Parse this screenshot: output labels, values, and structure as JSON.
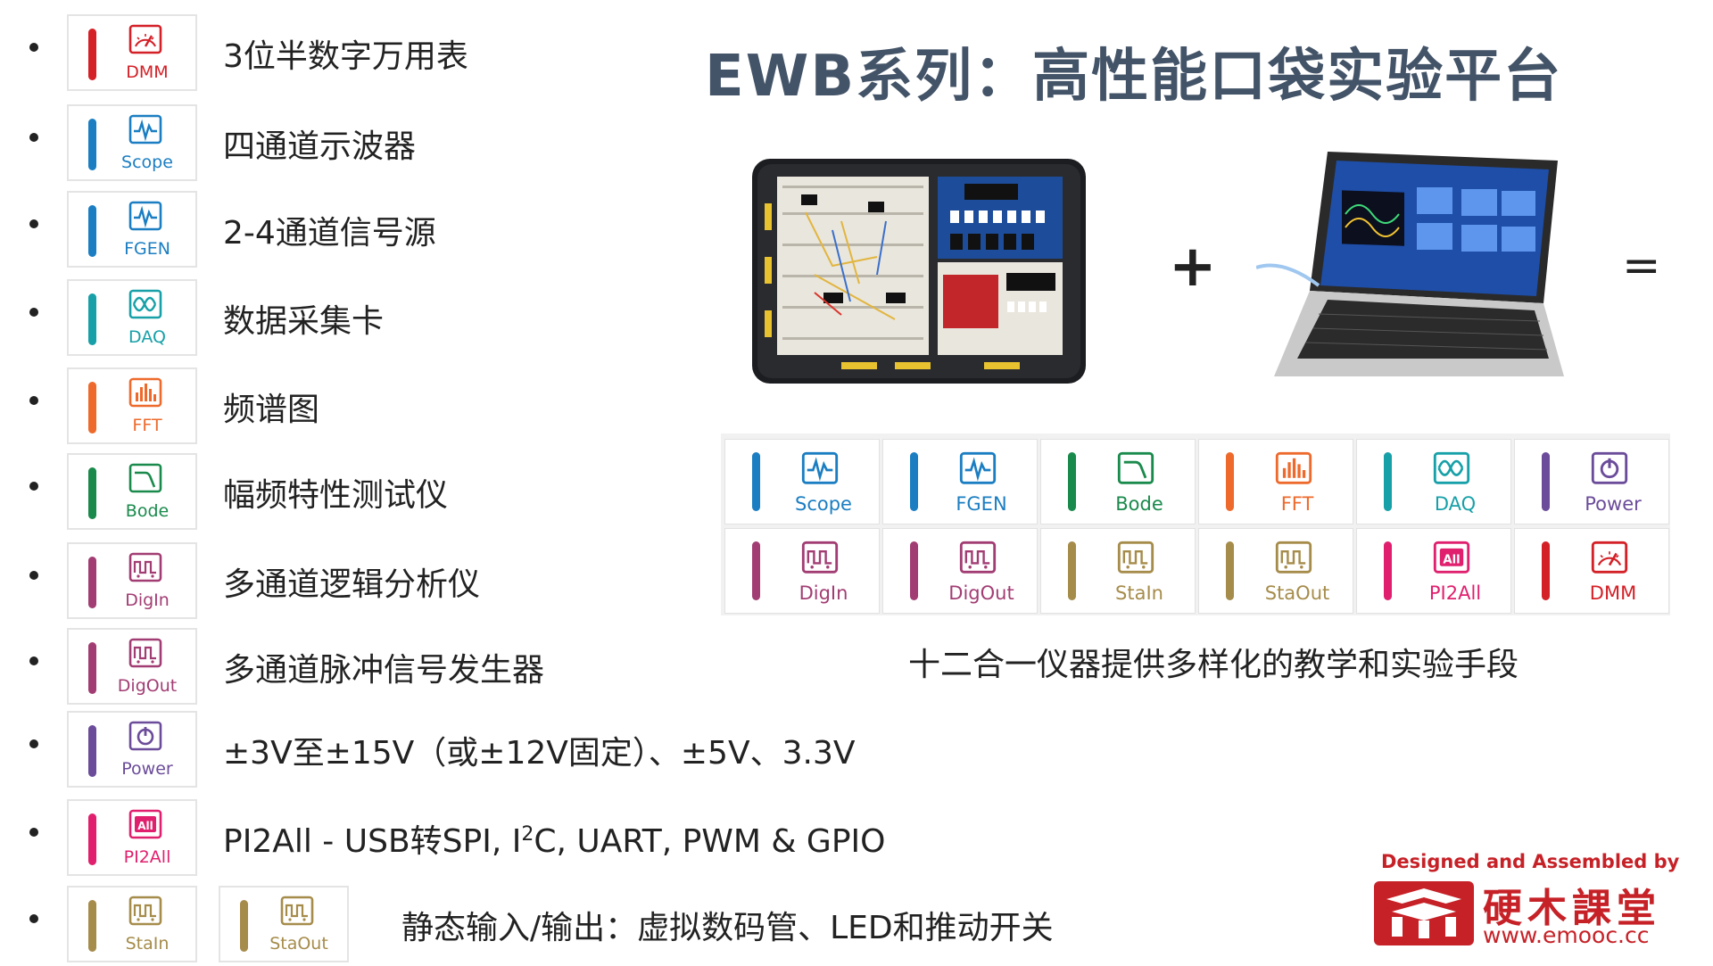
{
  "title": "EWB系列：高性能口袋实验平台",
  "plus": "+",
  "equals": "=",
  "colors": {
    "red": "#d42027",
    "blue": "#1b7ec2",
    "teal": "#17a0a8",
    "orange": "#ee6a2c",
    "green": "#1a8a4c",
    "maroon": "#a23d73",
    "purple": "#6b4c9a",
    "pink": "#e0206e",
    "gold": "#a68c4b",
    "title": "#445468",
    "brand": "#c62127"
  },
  "features": [
    {
      "tiles": [
        {
          "label": "DMM",
          "color": "#d42027",
          "icon": "meter-icon"
        }
      ],
      "text": "3位半数字万用表"
    },
    {
      "tiles": [
        {
          "label": "Scope",
          "color": "#1b7ec2",
          "icon": "waveform-icon"
        }
      ],
      "text": "四通道示波器"
    },
    {
      "tiles": [
        {
          "label": "FGEN",
          "color": "#1b7ec2",
          "icon": "waveform-icon"
        }
      ],
      "text": "2-4通道信号源"
    },
    {
      "tiles": [
        {
          "label": "DAQ",
          "color": "#17a0a8",
          "icon": "sine-wave-icon"
        }
      ],
      "text": "数据采集卡"
    },
    {
      "tiles": [
        {
          "label": "FFT",
          "color": "#ee6a2c",
          "icon": "spectrum-icon"
        }
      ],
      "text": "频谱图"
    },
    {
      "tiles": [
        {
          "label": "Bode",
          "color": "#1a8a4c",
          "icon": "bode-plot-icon"
        }
      ],
      "text": "幅频特性测试仪"
    },
    {
      "tiles": [
        {
          "label": "DigIn",
          "color": "#a23d73",
          "icon": "digital-io-icon"
        }
      ],
      "text": "多通道逻辑分析仪"
    },
    {
      "tiles": [
        {
          "label": "DigOut",
          "color": "#a23d73",
          "icon": "digital-io-icon"
        }
      ],
      "text": "多通道脉冲信号发生器"
    },
    {
      "tiles": [
        {
          "label": "Power",
          "color": "#6b4c9a",
          "icon": "power-icon"
        }
      ],
      "text": "±3V至±15V（或±12V固定）、±5V、3.3V"
    },
    {
      "tiles": [
        {
          "label": "PI2All",
          "color": "#e0206e",
          "icon": "all-icon"
        }
      ],
      "text_parts": [
        "PI2All - USB转SPI, I",
        "2",
        "C, UART, PWM & GPIO"
      ]
    },
    {
      "tiles": [
        {
          "label": "StaIn",
          "color": "#a68c4b",
          "icon": "digital-io-icon"
        },
        {
          "label": "StaOut",
          "color": "#a68c4b",
          "icon": "digital-io-icon"
        }
      ],
      "text": "静态输入/输出：虚拟数码管、LED和推动开关"
    }
  ],
  "grid": [
    {
      "label": "Scope",
      "color": "#1b7ec2",
      "icon": "waveform-icon"
    },
    {
      "label": "FGEN",
      "color": "#1b7ec2",
      "icon": "waveform-icon"
    },
    {
      "label": "Bode",
      "color": "#1a8a4c",
      "icon": "bode-plot-icon"
    },
    {
      "label": "FFT",
      "color": "#ee6a2c",
      "icon": "spectrum-icon"
    },
    {
      "label": "DAQ",
      "color": "#17a0a8",
      "icon": "sine-wave-icon"
    },
    {
      "label": "Power",
      "color": "#6b4c9a",
      "icon": "power-icon"
    },
    {
      "label": "DigIn",
      "color": "#a23d73",
      "icon": "digital-io-icon"
    },
    {
      "label": "DigOut",
      "color": "#a23d73",
      "icon": "digital-io-icon"
    },
    {
      "label": "StaIn",
      "color": "#a68c4b",
      "icon": "digital-io-icon"
    },
    {
      "label": "StaOut",
      "color": "#a68c4b",
      "icon": "digital-io-icon"
    },
    {
      "label": "PI2All",
      "color": "#e0206e",
      "icon": "all-icon"
    },
    {
      "label": "DMM",
      "color": "#d42027",
      "icon": "meter-icon"
    }
  ],
  "grid_caption": "十二合一仪器提供多样化的教学和实验手段",
  "brand": {
    "tagline": "Designed and Assembled by",
    "name": "硬木課堂",
    "url": "www.emooc.cc"
  }
}
